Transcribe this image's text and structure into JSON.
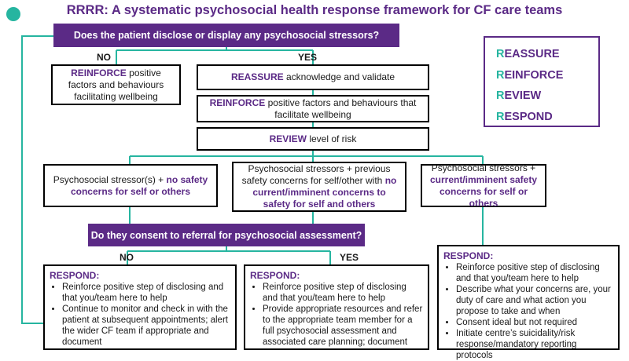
{
  "title": "RRRR: A systematic psychosocial health response framework for CF care teams",
  "q1": "Does the patient disclose or display any psychosocial stressors?",
  "q1_no": "NO",
  "q1_yes": "YES",
  "no_box": {
    "kw": "REINFORCE",
    "text": " positive factors and behaviours facilitating wellbeing"
  },
  "reassure_box": {
    "kw": "REASSURE",
    "text": " acknowledge and validate"
  },
  "reinforce_box": {
    "kw": "REINFORCE",
    "text": " positive factors and behaviours that facilitate wellbeing"
  },
  "review_box": {
    "kw": "REVIEW",
    "text": " level of risk"
  },
  "risk_boxes": [
    {
      "text": "Psychosocial stressor(s) + ",
      "kw": "no safety concerns for self or others"
    },
    {
      "text": "Psychosocial stressors + previous safety concerns for self/other with ",
      "kw": "no current/imminent concerns to safety for self and others"
    },
    {
      "text": "Psychosocial stressors + ",
      "kw": "current/imminent safety concerns for self or others"
    }
  ],
  "q2": "Do they consent to referral for psychosocial assessment?",
  "q2_no": "NO",
  "q2_yes": "YES",
  "respond_boxes": [
    {
      "heading": "RESPOND:",
      "items": [
        "Reinforce positive step of disclosing and that you/team here to help",
        "Continue to monitor and check in with the patient at subsequent appointments; alert the wider CF team if appropriate and document"
      ]
    },
    {
      "heading": "RESPOND:",
      "items": [
        "Reinforce positive step of disclosing and that you/team here to help",
        "Provide appropriate resources and refer to the appropriate team member for a full psychosocial assessment and associated care planning; document"
      ]
    },
    {
      "heading": "RESPOND:",
      "items": [
        "Reinforce positive step of disclosing and that you/team here to help",
        "Describe what your concerns are, your duty of care and what action you propose to take and when",
        "Consent ideal but not required",
        "Initiate centre’s suicidality/risk response/mandatory reporting protocols"
      ]
    }
  ],
  "legend": [
    {
      "first": "R",
      "rest": "EASSURE"
    },
    {
      "first": "R",
      "rest": "EINFORCE"
    },
    {
      "first": "R",
      "rest": "EVIEW"
    },
    {
      "first": "R",
      "rest": "ESPOND"
    }
  ],
  "colors": {
    "purple": "#5b2a86",
    "teal": "#26b5a0",
    "border": "#000000"
  },
  "icons": [
    "teal-dot-icon"
  ]
}
